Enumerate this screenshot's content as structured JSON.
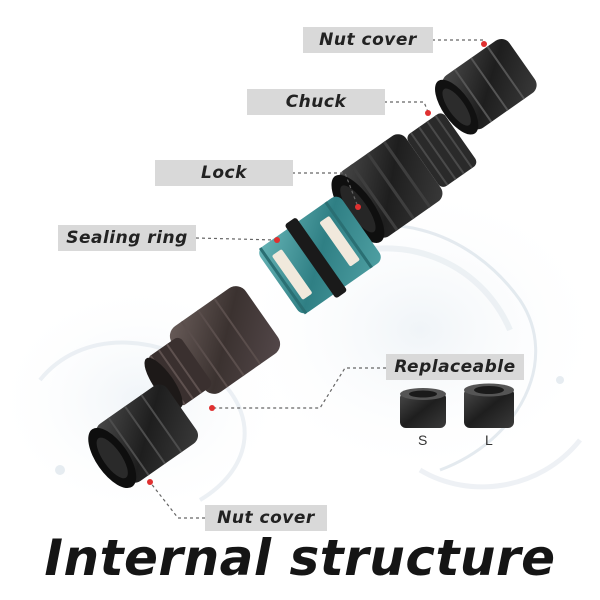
{
  "labels": {
    "nut_cover_top": "Nut cover",
    "chuck": "Chuck",
    "lock": "Lock",
    "sealing_ring": "Sealing ring",
    "replaceable": "Replaceable",
    "nut_cover_bottom": "Nut cover"
  },
  "ring_sizes": {
    "small": "S",
    "large": "L"
  },
  "title": "Internal structure",
  "colors": {
    "label_bg": "#d9d9d9",
    "part_dark": "#2a2a2a",
    "part_brown": "#4a3f3d",
    "lock_teal": "#3f8f93",
    "callout_dot": "#e03030"
  }
}
